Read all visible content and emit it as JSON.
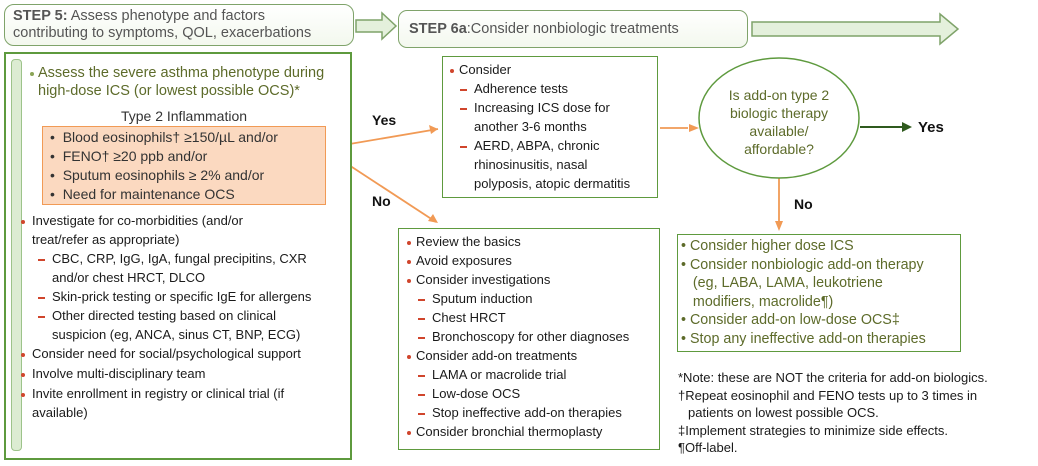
{
  "step5": {
    "prefix": "STEP 5:",
    "text_l1": " Assess phenotype and factors",
    "text_l2": "contributing to symptoms, QOL, exacerbations"
  },
  "step6a": {
    "prefix": "STEP 6a",
    "text": ":Consider nonbiologic treatments"
  },
  "left": {
    "assess_l1": "Assess the severe asthma phenotype during",
    "assess_l2": "high-dose ICS (or lowest possible OCS)*",
    "type2_title": "Type 2 Inflammation",
    "type2_items": [
      "Blood eosinophils† ≥150/µL and/or",
      "FENO† ≥20 ppb and/or",
      "Sputum eosinophils ≥ 2% and/or",
      "Need for maintenance OCS"
    ],
    "lines": [
      "Investigate for co-morbidities (and/or",
      "treat/refer as appropriate)",
      "CBC, CRP, IgG, IgA, fungal precipitins, CXR",
      "and/or chest HRCT, DLCO",
      "Skin-prick testing or specific IgE for allergens",
      "Other directed testing based on clinical",
      "suspicion (eg, ANCA, sinus CT, BNP, ECG)",
      "Consider need for social/psychological support",
      "Involve multi-disciplinary team",
      "Invite enrollment in registry or clinical trial (if",
      "available)"
    ]
  },
  "yes_box": {
    "lines": [
      "Consider",
      "Adherence tests",
      "Increasing ICS dose for",
      "another 3-6 months",
      "AERD, ABPA, chronic",
      "rhinosinusitis, nasal",
      "polyposis, atopic dermatitis"
    ]
  },
  "no_box": {
    "lines": [
      "Review the basics",
      "Avoid exposures",
      "Consider investigations",
      "Sputum induction",
      "Chest HRCT",
      "Bronchoscopy for other diagnoses",
      "Consider add-on treatments",
      "LAMA or macrolide trial",
      "Low-dose OCS",
      "Stop ineffective add-on therapies",
      "Consider bronchial thermoplasty"
    ]
  },
  "decision": {
    "l1": "Is add-on type 2",
    "l2": "biologic therapy",
    "l3": "available/",
    "l4": "affordable?"
  },
  "labels": {
    "yes": "Yes",
    "no": "No"
  },
  "right_box": {
    "lines": [
      "Consider higher dose ICS",
      "Consider nonbiologic add-on therapy",
      "(eg, LABA, LAMA, leukotriene",
      "modifiers, macrolide¶)",
      "Consider add-on low-dose OCS‡",
      "Stop any ineffective add-on therapies"
    ]
  },
  "notes": {
    "lines": [
      "*Note: these are NOT the criteria for add-on biologics.",
      "†Repeat eosinophil and FENO tests up to 3 times in",
      "patients on lowest possible OCS.",
      "‡Implement strategies to minimize side effects.",
      "¶Off-label."
    ]
  },
  "colors": {
    "green": "#5e9a3e",
    "orange": "#f19a55",
    "red_bullet": "#d0452c",
    "olive_text": "#5d6b2a"
  }
}
